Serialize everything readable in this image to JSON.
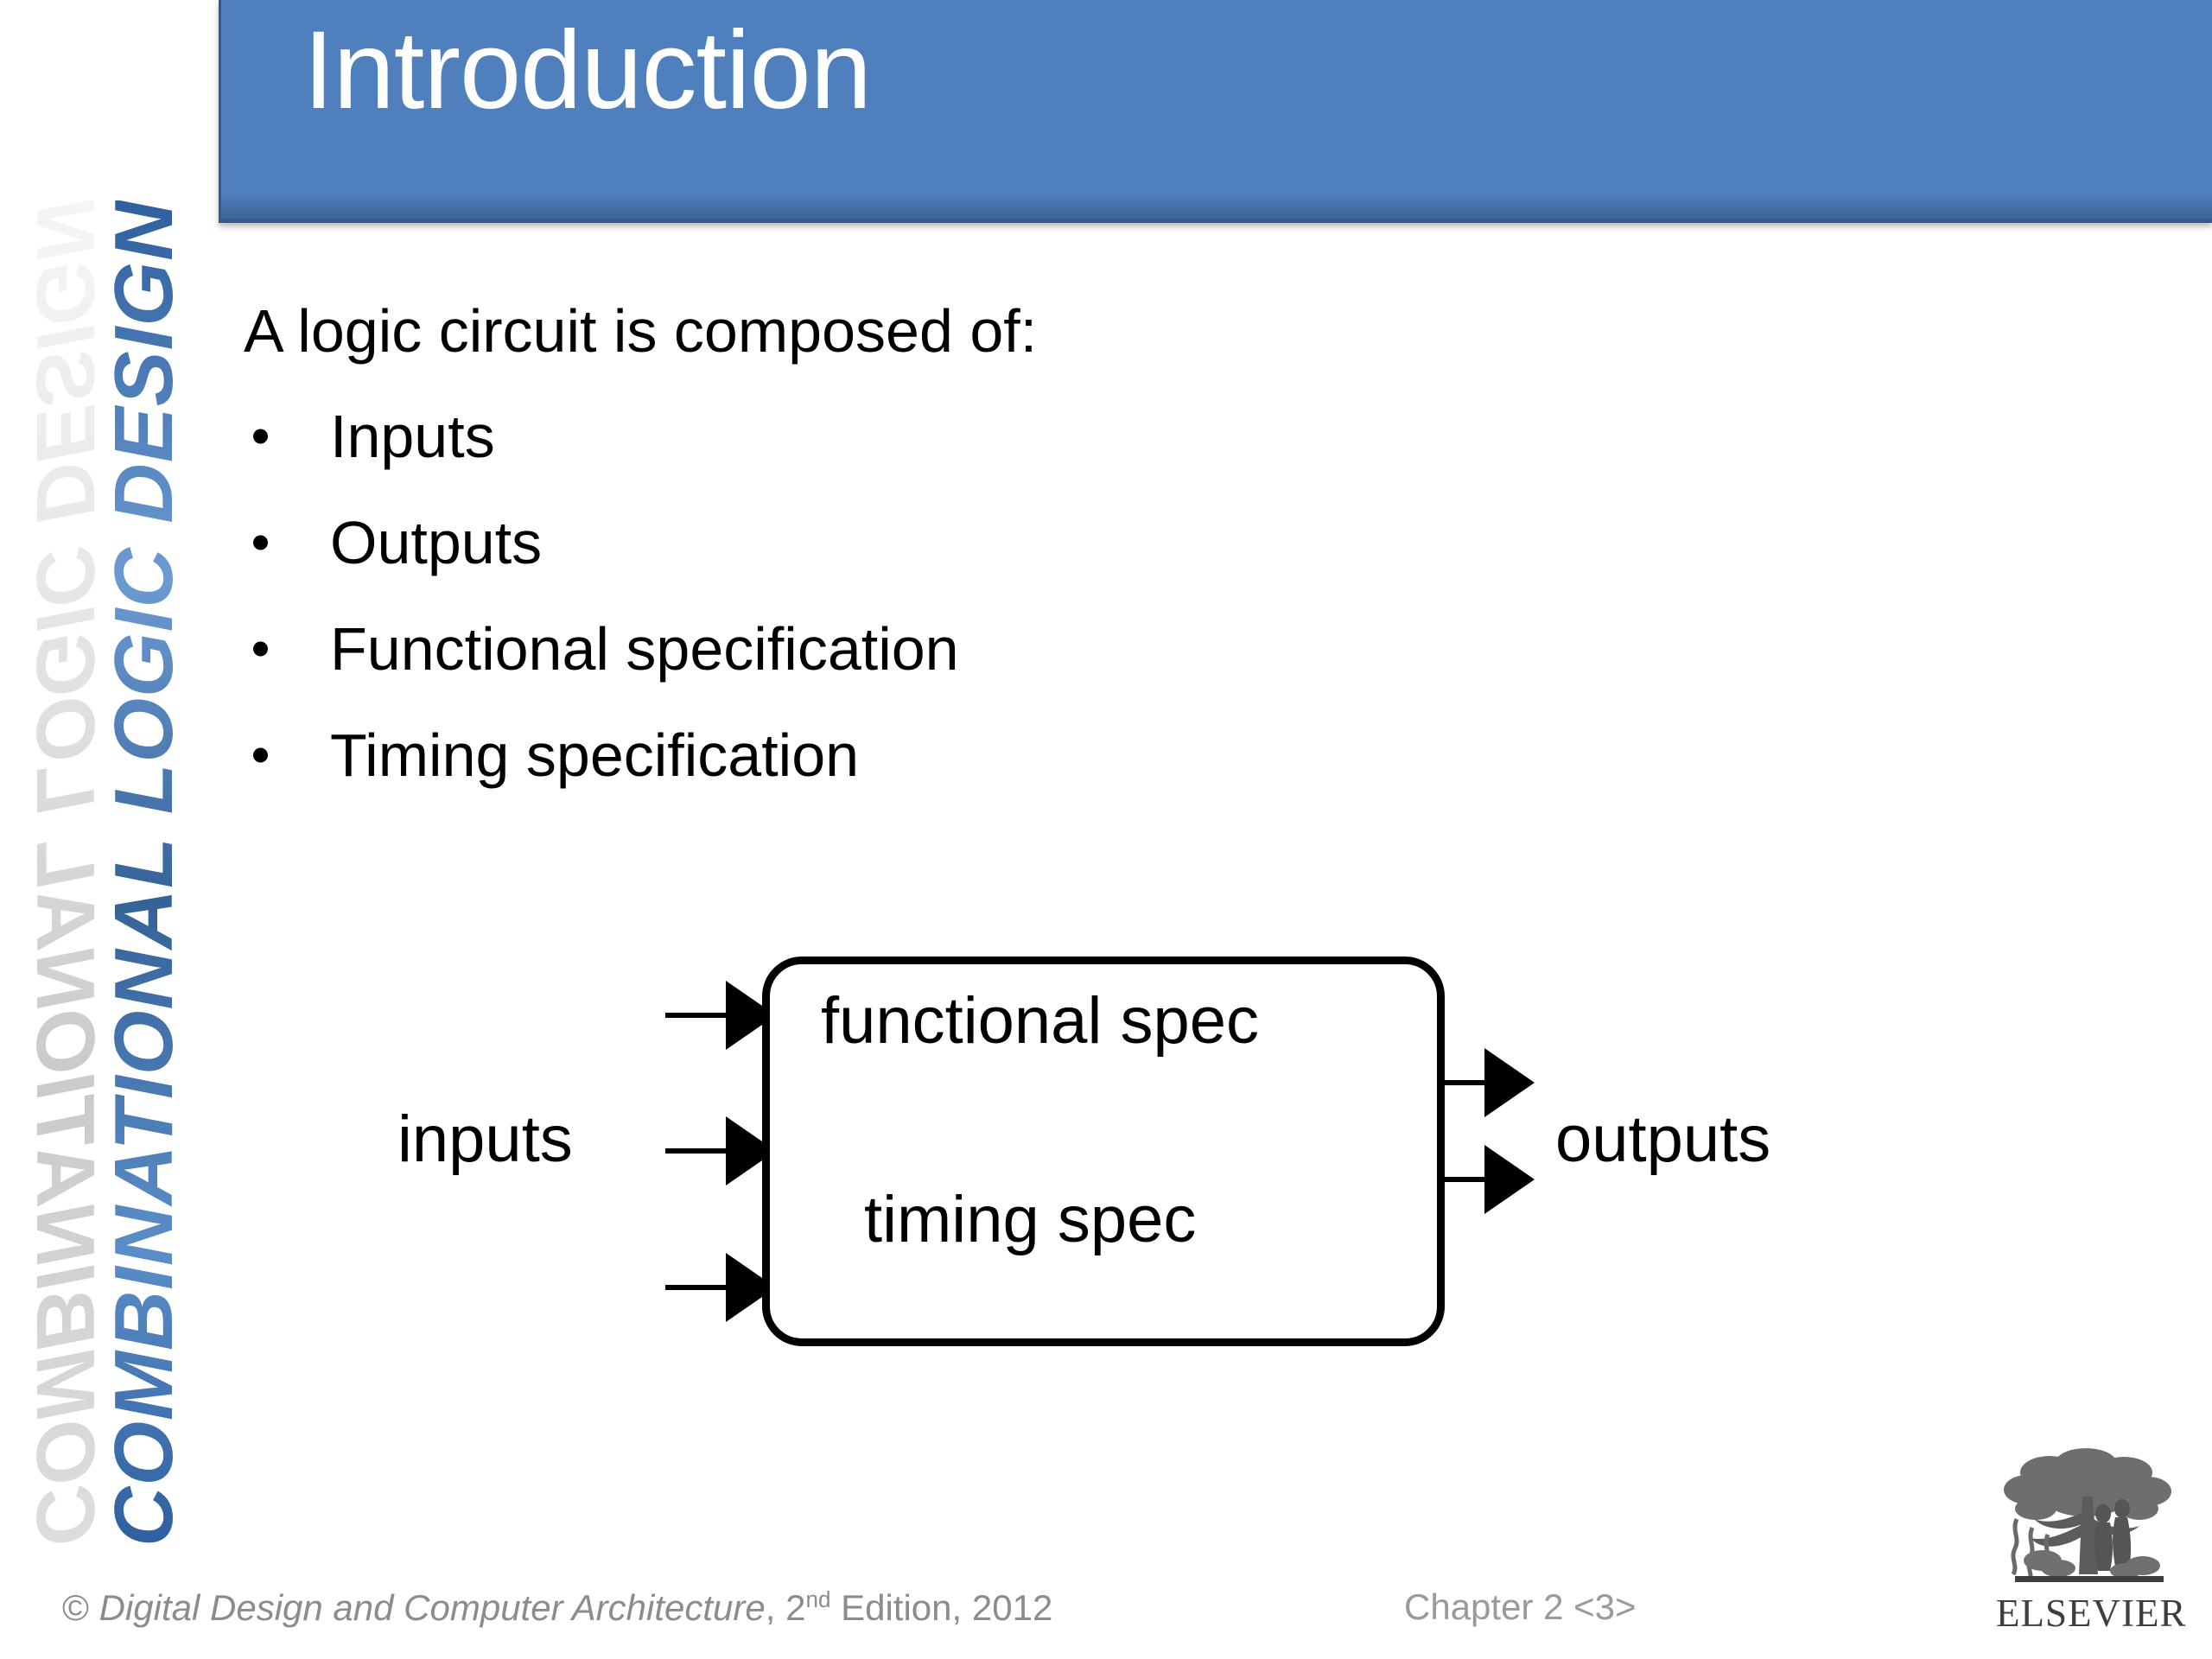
{
  "side_banner": {
    "text": "COMBINATIONAL LOGIC DESIGN",
    "reflection_text": "COMBINATIONAL LOGIC DESIGN",
    "color": "#4f80bd",
    "reflection_color": "#d0d0d0"
  },
  "header": {
    "title": "Introduction",
    "background_color": "#4f80bd",
    "text_color": "#ffffff"
  },
  "body": {
    "intro": "A logic circuit is composed of:",
    "bullets": [
      {
        "label": "Inputs"
      },
      {
        "label": "Outputs"
      },
      {
        "label": "Functional specification"
      },
      {
        "label": "Timing specification"
      }
    ]
  },
  "diagram": {
    "inputs_label": "inputs",
    "outputs_label": "outputs",
    "box_line_1": "functional spec",
    "box_line_2": "timing spec",
    "input_arrow_count": 3,
    "output_arrow_count": 2,
    "stroke_color": "#000000"
  },
  "footer": {
    "copyright_symbol": "© ",
    "work_title": "Digital Design and Computer Architecture",
    "edition_prefix": ", 2",
    "edition_superscript": "nd",
    "edition_suffix": " Edition, 2012",
    "chapter": "Chapter 2 <3>",
    "text_color": "#8c8c8c"
  },
  "logo": {
    "wordmark": "ELSEVIER",
    "alt": "elsevier-tree-logo"
  }
}
